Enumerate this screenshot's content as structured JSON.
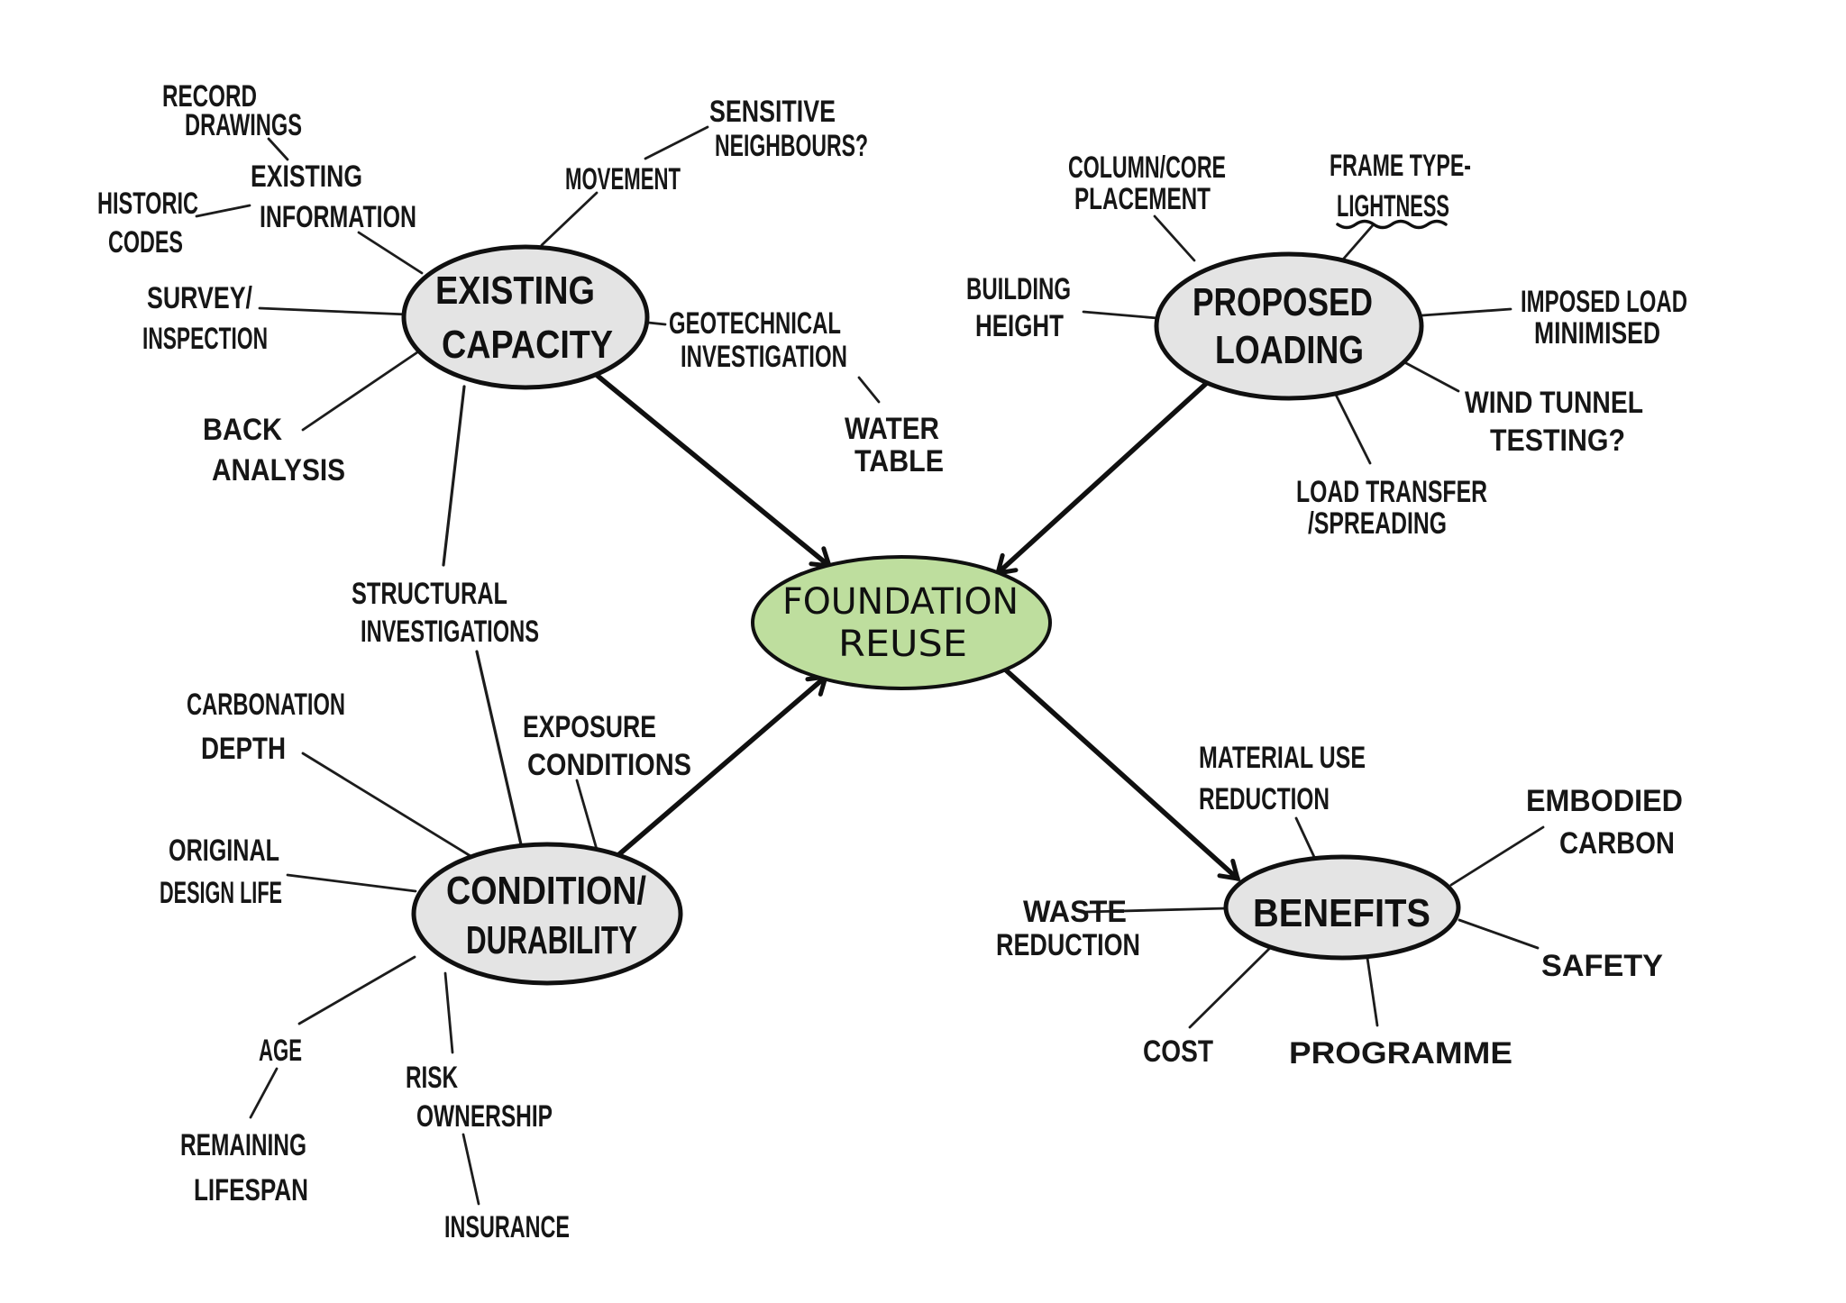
{
  "diagram": {
    "title": "Foundation Reuse mind map",
    "center": {
      "lines": [
        "FOUNDATION",
        "REUSE"
      ]
    },
    "hubs": {
      "existing_capacity": {
        "lines": [
          "EXISTING",
          "CAPACITY"
        ]
      },
      "proposed_loading": {
        "lines": [
          "PROPOSED",
          "LOADING"
        ]
      },
      "condition_durability": {
        "lines": [
          "CONDITION/",
          "DURABILITY"
        ]
      },
      "benefits": {
        "lines": [
          "BENEFITS"
        ]
      }
    },
    "labels": {
      "record_drawings": {
        "lines": [
          "RECORD",
          "DRAWINGS"
        ]
      },
      "existing_information": {
        "lines": [
          "EXISTING",
          "INFORMATION"
        ]
      },
      "historic_codes": {
        "lines": [
          "HISTORIC",
          "CODES"
        ]
      },
      "survey_inspection": {
        "lines": [
          "SURVEY/",
          "INSPECTION"
        ]
      },
      "back_analysis": {
        "lines": [
          "BACK",
          "ANALYSIS"
        ]
      },
      "movement": {
        "lines": [
          "MOVEMENT"
        ]
      },
      "sensitive_neighbours": {
        "lines": [
          "SENSITIVE",
          "NEIGHBOURS?"
        ]
      },
      "geotechnical_investigation": {
        "lines": [
          "GEOTECHNICAL",
          "INVESTIGATION"
        ]
      },
      "water_table": {
        "lines": [
          "WATER",
          "TABLE"
        ]
      },
      "structural_investigations": {
        "lines": [
          "STRUCTURAL",
          "INVESTIGATIONS"
        ]
      },
      "column_core_placement": {
        "lines": [
          "COLUMN/CORE",
          "PLACEMENT"
        ]
      },
      "frame_type_lightness": {
        "lines": [
          "FRAME TYPE-",
          "LIGHTNESS"
        ]
      },
      "building_height": {
        "lines": [
          "BUILDING",
          "HEIGHT"
        ]
      },
      "imposed_load_minimised": {
        "lines": [
          "IMPOSED LOAD",
          "MINIMISED"
        ]
      },
      "wind_tunnel_testing": {
        "lines": [
          "WIND TUNNEL",
          "TESTING?"
        ]
      },
      "load_transfer_spreading": {
        "lines": [
          "LOAD TRANSFER",
          "/SPREADING"
        ]
      },
      "carbonation_depth": {
        "lines": [
          "CARBONATION",
          "DEPTH"
        ]
      },
      "exposure_conditions": {
        "lines": [
          "EXPOSURE",
          "CONDITIONS"
        ]
      },
      "original_design_life": {
        "lines": [
          "ORIGINAL",
          "DESIGN LIFE"
        ]
      },
      "age": {
        "lines": [
          "AGE"
        ]
      },
      "remaining_lifespan": {
        "lines": [
          "REMAINING",
          "LIFESPAN"
        ]
      },
      "risk_ownership": {
        "lines": [
          "RISK",
          "OWNERSHIP"
        ]
      },
      "insurance": {
        "lines": [
          "INSURANCE"
        ]
      },
      "material_use_reduction": {
        "lines": [
          "MATERIAL USE",
          "REDUCTION"
        ]
      },
      "embodied_carbon": {
        "lines": [
          "EMBODIED",
          "CARBON"
        ]
      },
      "waste_reduction": {
        "lines": [
          "WASTE",
          "REDUCTION"
        ]
      },
      "safety": {
        "lines": [
          "SAFETY"
        ]
      },
      "cost": {
        "lines": [
          "COST"
        ]
      },
      "programme": {
        "lines": [
          "PROGRAMME"
        ]
      }
    },
    "colors": {
      "background": "#ffffff",
      "hub_fill": "#e4e4e4",
      "center_fill": "#bede9e",
      "stroke": "#101010"
    }
  }
}
